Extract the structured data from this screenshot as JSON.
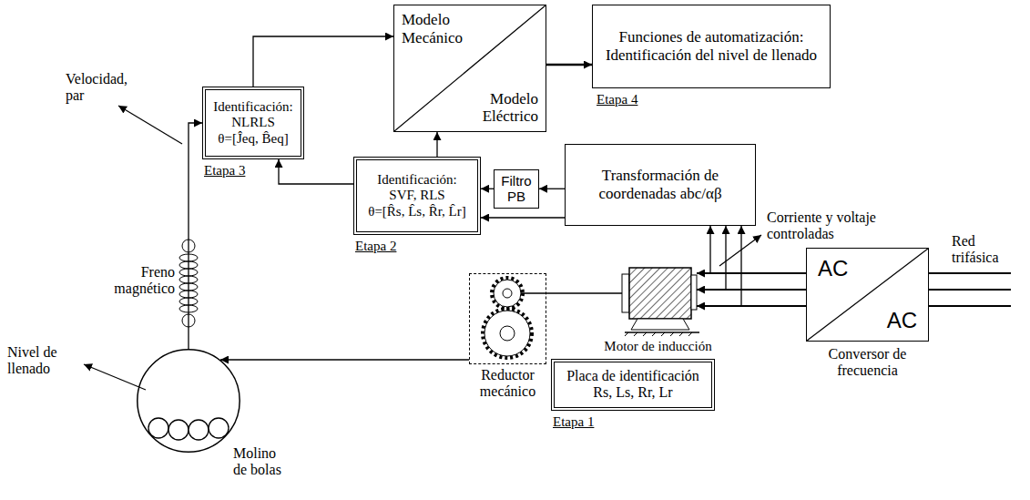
{
  "diagram": {
    "nodes": [
      {
        "text": [
          "Modelo Mecánico",
          "Modelo Eléctrico"
        ]
      },
      {
        "text": [
          "Funciones de automatización: Identificación del nivel de llenado"
        ]
      },
      {
        "text": [
          "Identificación: NLRLS",
          "θ=[Ĵeq, B̂eq]"
        ]
      },
      {
        "text": [
          "Identificación: SVF, RLS",
          "θ=[R̂s, L̂s, R̂r, L̂r]"
        ]
      },
      {
        "text": [
          "Filtro PB"
        ]
      },
      {
        "text": [
          "Transformación de coordenadas abc/αβ"
        ]
      },
      {
        "text": [
          "AC",
          "AC",
          "Conversor de frecuencia"
        ]
      },
      {
        "text": [
          "Motor de inducción"
        ]
      },
      {
        "text": [
          "Placa de identificación",
          "Rs, Ls, Rr, Lr"
        ]
      },
      {
        "text": [
          "Reductor mecánico"
        ]
      },
      {
        "text": [
          "Molino de bolas"
        ]
      }
    ],
    "edges": [
      {
        "from": 2,
        "to": 0,
        "arrow": "to"
      },
      {
        "from": 3,
        "to": 0,
        "arrow": "to"
      },
      {
        "from": 0,
        "to": 1,
        "arrow": "to"
      },
      {
        "from": 3,
        "to": 2,
        "arrow": "to"
      },
      {
        "from": 4,
        "to": 3,
        "arrow": "to"
      },
      {
        "from": 5,
        "to": 4,
        "arrow": "to"
      },
      {
        "from": 5,
        "to": 3,
        "arrow": "to"
      },
      {
        "from": 6,
        "to": 7,
        "arrow": "to"
      },
      {
        "from": 6,
        "to": 7,
        "arrow": "to"
      },
      {
        "from": 6,
        "to": 7,
        "arrow": "to"
      },
      {
        "from": 6,
        "to": 5,
        "arrow": "to"
      },
      {
        "from": 6,
        "to": 5,
        "arrow": "to"
      },
      {
        "from": 6,
        "to": 5,
        "arrow": "to"
      },
      {
        "from": 7,
        "to": 9,
        "arrow": "none"
      },
      {
        "from": 9,
        "to": 10,
        "arrow": "to"
      },
      {
        "from": 10,
        "to": 2,
        "arrow": "to"
      }
    ],
    "labels": [
      "Velocidad, par",
      "Etapa 4",
      "Etapa 3",
      "Etapa 2",
      "Corriente y voltaje controladas",
      "Red trifásica",
      "Freno magnético",
      "Nivel de llenado",
      "Etapa 1"
    ]
  }
}
